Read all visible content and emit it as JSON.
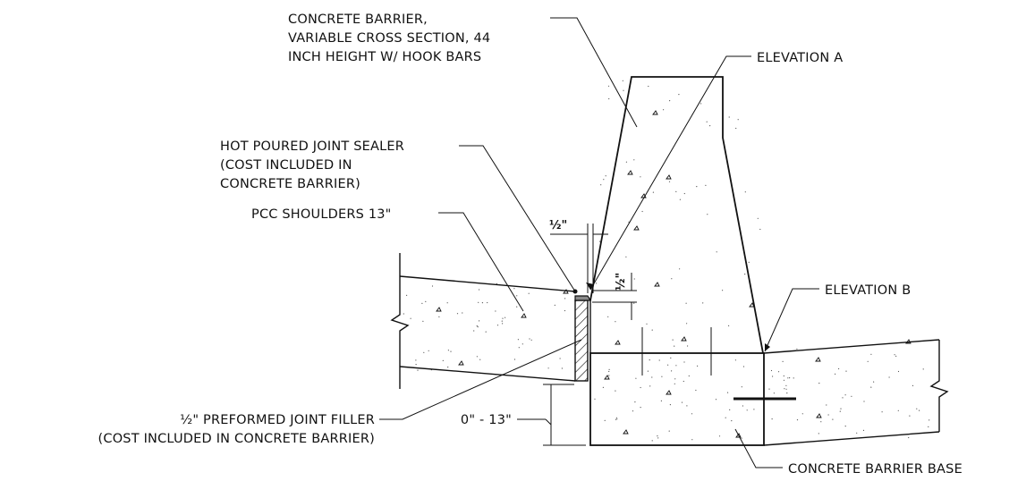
{
  "labels": {
    "barrier_line1": "CONCRETE BARRIER,",
    "barrier_line2": "VARIABLE CROSS SECTION, 44",
    "barrier_line3": "INCH HEIGHT W/ HOOK BARS",
    "elevation_a": "ELEVATION A",
    "sealer_line1": "HOT POURED JOINT SEALER",
    "sealer_line2": "(COST INCLUDED IN",
    "sealer_line3": "CONCRETE BARRIER)",
    "pcc_shoulders": "PCC SHOULDERS 13\"",
    "elevation_b": "ELEVATION B",
    "filler_line1": "½\" PREFORMED JOINT FILLER",
    "filler_line2": "(COST INCLUDED IN CONCRETE BARRIER)",
    "base_depth": "0\" - 13\"",
    "barrier_base": "CONCRETE BARRIER BASE"
  },
  "dimensions": {
    "joint_width": "½\"",
    "sealer_depth": "½\""
  },
  "colors": {
    "line": "#111111",
    "sealer_fill": "#8a8a8a",
    "background": "#ffffff"
  }
}
